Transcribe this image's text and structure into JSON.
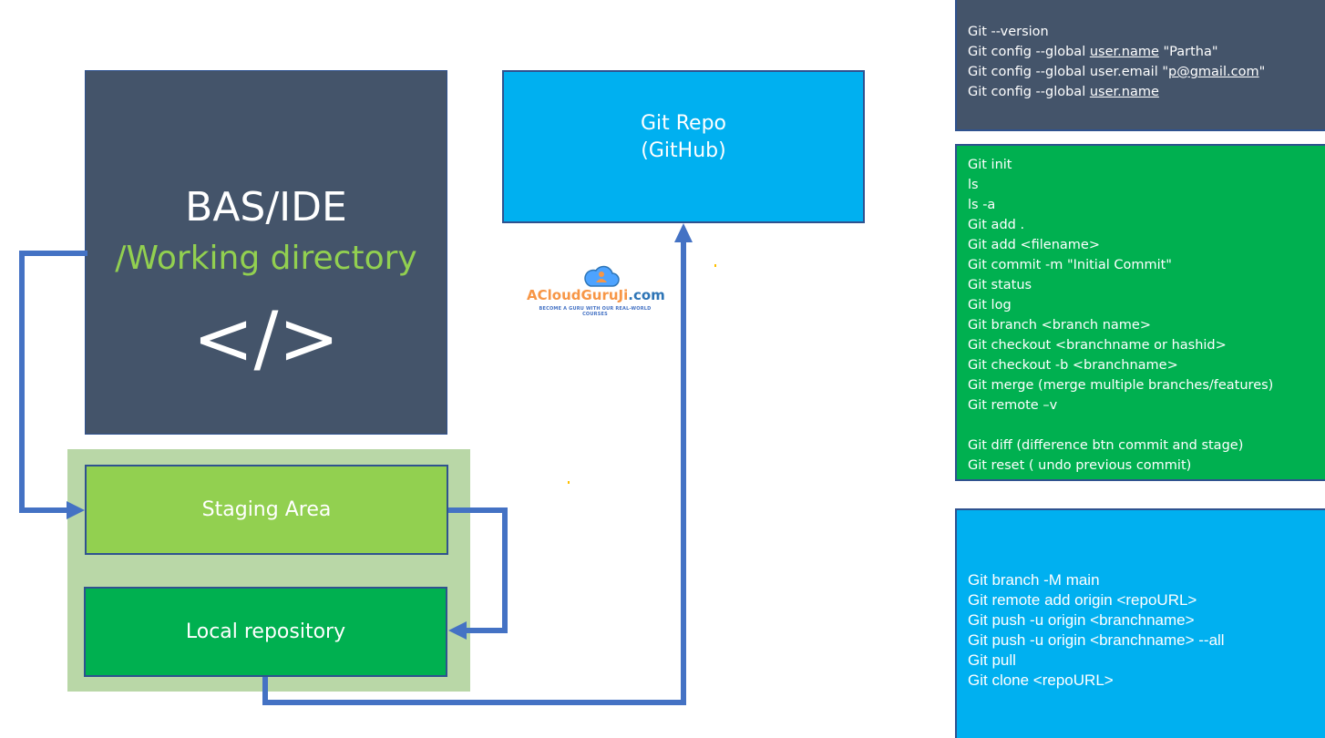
{
  "diagram": {
    "working_directory": {
      "title": "BAS/IDE",
      "subtitle": "/Working directory",
      "code_symbol": "</>"
    },
    "staging_area": {
      "label": "Staging Area"
    },
    "local_repository": {
      "label": "Local repository"
    },
    "git_repo": {
      "line1": "Git Repo",
      "line2": "(GitHub)"
    },
    "logo": {
      "name_main": "ACloudGuruJi",
      "name_suffix": ".com",
      "tagline": "BECOME A GURU WITH OUR REAL-WORLD COURSES"
    },
    "arrows": [
      {
        "from": "working_directory",
        "to": "staging_area"
      },
      {
        "from": "staging_area",
        "to": "local_repository"
      },
      {
        "from": "local_repository",
        "to": "git_repo"
      }
    ]
  },
  "colors": {
    "working_directory_bg": "#44546a",
    "subtitle": "#92d050",
    "staging_bg": "#92d050",
    "local_repo_bg": "#00b050",
    "local_group_bg": "#b9d7a7",
    "git_repo_bg": "#00b0f0",
    "arrow": "#4472c4",
    "border": "#2f528f"
  },
  "commands": {
    "config": [
      {
        "pre": "Git --version",
        "u": "",
        "post": ""
      },
      {
        "pre": "Git config --global ",
        "u": "user.name",
        "post": " \"Partha\""
      },
      {
        "pre": "Git config --global user.email \"",
        "u": "p@gmail.com",
        "post": "\""
      },
      {
        "pre": "Git config --global ",
        "u": "user.name",
        "post": ""
      }
    ],
    "local": [
      "Git init",
      "ls",
      "ls -a",
      "Git add .",
      "Git add <filename>",
      "Git commit -m \"Initial Commit\"",
      "Git status",
      "Git log",
      "Git branch <branch name>",
      "Git checkout <branchname or hashid>",
      "Git checkout -b <branchname>",
      "Git merge (merge multiple branches/features)",
      "Git remote –v",
      "",
      "Git diff (difference btn commit and stage)",
      "Git reset ( undo previous commit)"
    ],
    "remote": [
      "Git branch -M main",
      "Git remote add origin <repoURL>",
      "Git push -u origin <branchname>",
      "Git push -u origin <branchname> --all",
      "Git pull",
      "Git clone <repoURL>"
    ]
  }
}
